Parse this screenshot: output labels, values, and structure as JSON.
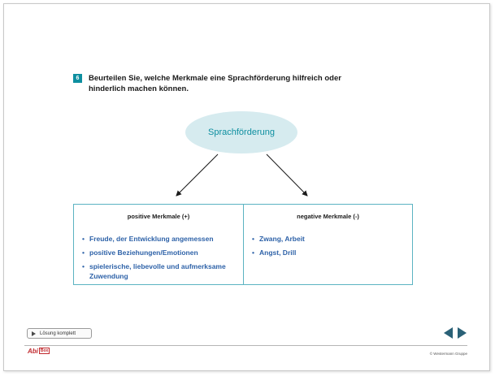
{
  "task": {
    "number": "6",
    "text": "Beurteilen Sie, welche Merkmale eine Sprachförderung hilfreich oder hinderlich machen können."
  },
  "central_topic": "Sprachförderung",
  "table": {
    "positive": {
      "header": "positive Merkmale (+)",
      "items": [
        "Freude, der Entwicklung angemessen",
        "positive Beziehungen/Emotionen",
        "spielerische, liebevolle und aufmerksame Zuwendung"
      ]
    },
    "negative": {
      "header": "negative Merkmale (-)",
      "items": [
        "Zwang, Arbeit",
        "Angst, Drill"
      ]
    }
  },
  "bullet": "•",
  "footer": {
    "solution_button": "Lösung komplett",
    "logo_text": "Abi",
    "logo_box": "Box",
    "copyright": "© Westermann Gruppe"
  },
  "colors": {
    "accent": "#0e8fa0",
    "ellipse_fill": "#d6ebef",
    "table_border": "#5bb3c2",
    "list_text": "#2e62a8",
    "nav_button": "#2a6177",
    "logo": "#c0282d"
  },
  "icons": {
    "play": "play-icon",
    "prev": "arrow-left-icon",
    "next": "arrow-right-icon"
  }
}
